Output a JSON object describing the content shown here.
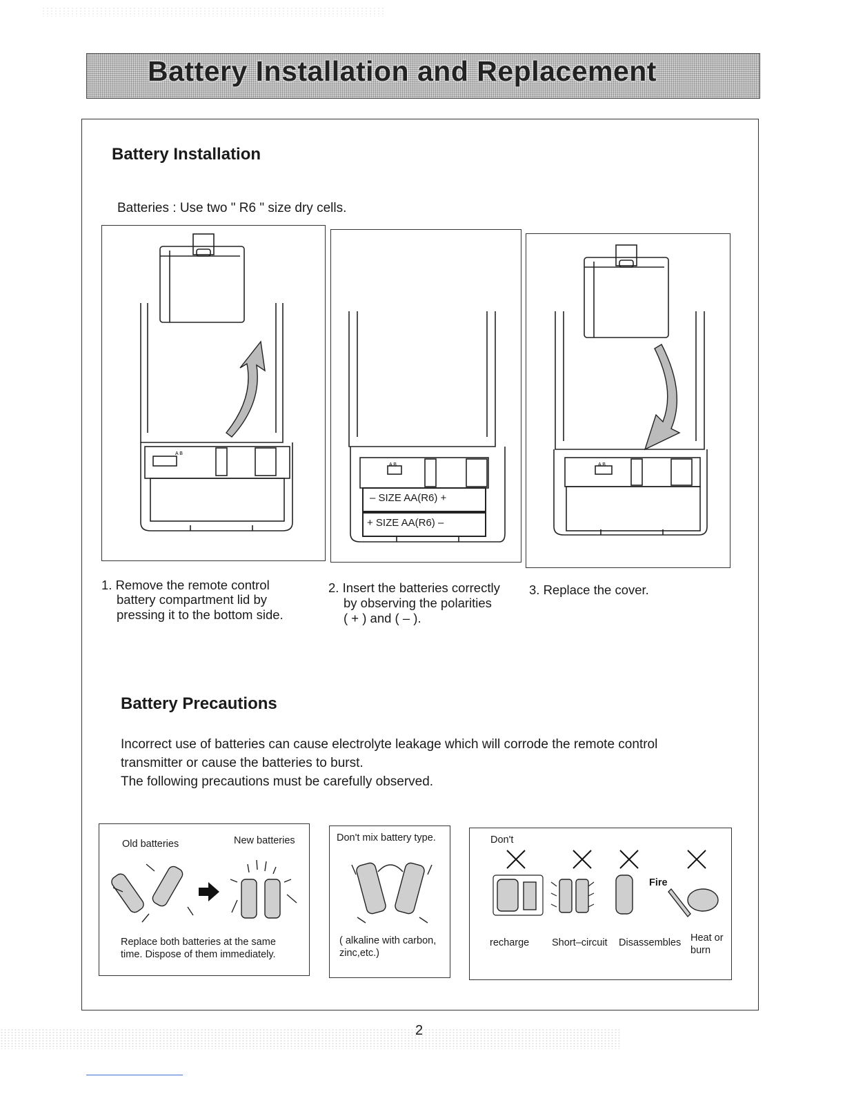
{
  "header": {
    "title": "Battery Installation and Replacement"
  },
  "installation": {
    "heading": "Battery Installation",
    "intro": "Batteries : Use two \" R6 \" size dry cells.",
    "step1": [
      "1. Remove the remote control",
      "battery compartment lid by",
      "pressing it to the bottom side."
    ],
    "step2": [
      "2. Insert the batteries correctly",
      "by observing the polarities",
      "( + ) and ( – )."
    ],
    "step3": "3. Replace the cover.",
    "battery_top": "–   SIZE AA(R6)   +",
    "battery_bottom": "+   SIZE AA(R6)   –",
    "switch_label": "A  B"
  },
  "precautions": {
    "heading": "Battery Precautions",
    "lines": [
      "Incorrect use of batteries can cause electrolyte leakage which will corrode the remote control",
      "transmitter or cause the batteries to burst.",
      "The following precautions must be carefully observed."
    ],
    "box1": {
      "old": "Old batteries",
      "new": "New batteries",
      "caption": [
        "Replace both batteries at the same",
        "time. Dispose of them immediately."
      ]
    },
    "box2": {
      "title": "Don't mix battery type.",
      "caption": [
        "( alkaline with carbon,",
        "zinc,etc.)"
      ]
    },
    "box3": {
      "title": "Don't",
      "items": [
        "recharge",
        "Short–circuit",
        "Disassembles",
        "Heat or",
        "burn"
      ],
      "fire": "Fire"
    }
  },
  "footer": {
    "page": "2"
  }
}
